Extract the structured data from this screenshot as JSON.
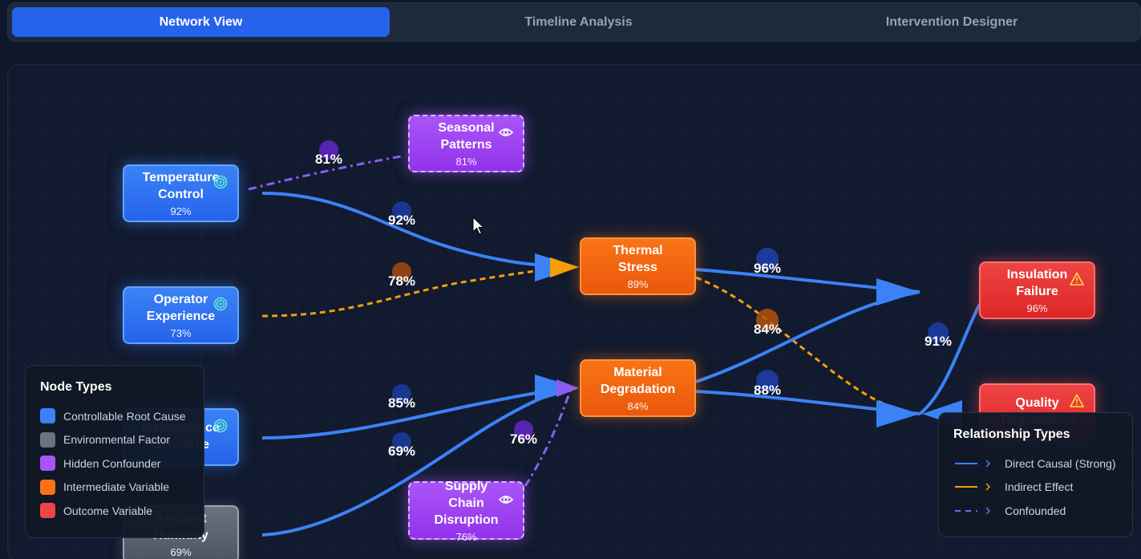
{
  "tabs": [
    {
      "label": "Network View",
      "active": true
    },
    {
      "label": "Timeline Analysis",
      "active": false
    },
    {
      "label": "Intervention Designer",
      "active": false
    }
  ],
  "colors": {
    "controllable": "#3b82f6",
    "environmental": "#6b7280",
    "hidden": "#a855f7",
    "intermediate": "#f97316",
    "outcome": "#ef4444",
    "direct": "#3b82f6",
    "indirect": "#f59e0b",
    "confounded": "#8b5cf6"
  },
  "nodes": {
    "temperature_control": {
      "label": "Temperature Control",
      "value": "92%",
      "icon": "target-icon"
    },
    "operator_experience": {
      "label": "Operator Experience",
      "value": "73%",
      "icon": "target-icon"
    },
    "maintenance_schedule": {
      "label": "Maintenance Schedule",
      "value": "",
      "icon": "target-icon"
    },
    "ambient_humidity": {
      "label": "Ambient Humidity",
      "value": "69%"
    },
    "seasonal_patterns": {
      "label": "Seasonal Patterns",
      "value": "81%",
      "icon": "eye-icon"
    },
    "supply_chain_disruption": {
      "label": "Supply Chain Disruption",
      "value": "76%",
      "icon": "eye-icon"
    },
    "thermal_stress": {
      "label": "Thermal Stress",
      "value": "89%"
    },
    "material_degradation": {
      "label": "Material Degradation",
      "value": "84%"
    },
    "insulation_failure": {
      "label": "Insulation Failure",
      "value": "96%",
      "icon": "warning-icon"
    },
    "quality_degradation": {
      "label": "Quality Degradation",
      "value": "",
      "icon": "warning-icon"
    }
  },
  "edges": [
    {
      "from": "temperature_control",
      "to": "seasonal_patterns",
      "type": "confounded",
      "strength": "81%"
    },
    {
      "from": "temperature_control",
      "to": "thermal_stress",
      "type": "direct",
      "strength": "92%"
    },
    {
      "from": "operator_experience",
      "to": "thermal_stress",
      "type": "indirect",
      "strength": "78%"
    },
    {
      "from": "maintenance_schedule",
      "to": "material_degradation",
      "type": "direct",
      "strength": "85%"
    },
    {
      "from": "ambient_humidity",
      "to": "material_degradation",
      "type": "direct",
      "strength": "69%"
    },
    {
      "from": "supply_chain_disruption",
      "to": "material_degradation",
      "type": "confounded",
      "strength": "76%"
    },
    {
      "from": "thermal_stress",
      "to": "insulation_failure",
      "type": "direct",
      "strength": "96%"
    },
    {
      "from": "thermal_stress",
      "to": "quality_degradation",
      "type": "indirect",
      "strength": "84%"
    },
    {
      "from": "material_degradation",
      "to": "quality_degradation",
      "type": "direct",
      "strength": "88%"
    },
    {
      "from": "material_degradation",
      "to": "insulation_failure",
      "type": "direct",
      "strength": ""
    },
    {
      "from": "quality_degradation",
      "to": "insulation_failure",
      "type": "direct",
      "strength": "91%"
    }
  ],
  "node_legend": {
    "title": "Node Types",
    "items": [
      {
        "label": "Controllable Root Cause",
        "color": "#3b82f6"
      },
      {
        "label": "Environmental Factor",
        "color": "#6b7280"
      },
      {
        "label": "Hidden Confounder",
        "color": "#a855f7"
      },
      {
        "label": "Intermediate Variable",
        "color": "#f97316"
      },
      {
        "label": "Outcome Variable",
        "color": "#ef4444"
      }
    ]
  },
  "relationship_legend": {
    "title": "Relationship Types",
    "items": [
      {
        "label": "Direct Causal (Strong)",
        "color": "#3b82f6",
        "style": "solid"
      },
      {
        "label": "Indirect Effect",
        "color": "#f59e0b",
        "style": "solid"
      },
      {
        "label": "Confounded",
        "color": "#8b5cf6",
        "style": "dashed"
      }
    ]
  }
}
